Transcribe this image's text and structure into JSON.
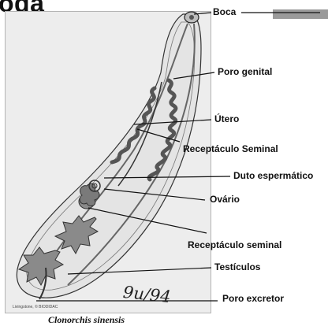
{
  "header": {
    "title_fragment": "oda"
  },
  "figure": {
    "caption": "Clonorchis sinensis",
    "credit": "Livingstone, © BIODIDAC",
    "handwritten_mark": "9u/94"
  },
  "labels": [
    {
      "key": "boca",
      "text": "Boca"
    },
    {
      "key": "poro_genital",
      "text": "Poro genital"
    },
    {
      "key": "utero",
      "text": "Útero"
    },
    {
      "key": "receptaculo_seminal_upper",
      "text": "Receptáculo Seminal"
    },
    {
      "key": "duto_espermatico",
      "text": "Duto espermático"
    },
    {
      "key": "ovario",
      "text": "Ovário"
    },
    {
      "key": "receptaculo_seminal_lower",
      "text": "Receptáculo seminal"
    },
    {
      "key": "testiculos",
      "text": "Testículos"
    },
    {
      "key": "poro_excretor",
      "text": "Poro excretor"
    }
  ],
  "colors": {
    "plate": "#ededed",
    "organ_fill": "#8a8a8a",
    "outline": "#333333",
    "banner": "#9a9a9a"
  }
}
